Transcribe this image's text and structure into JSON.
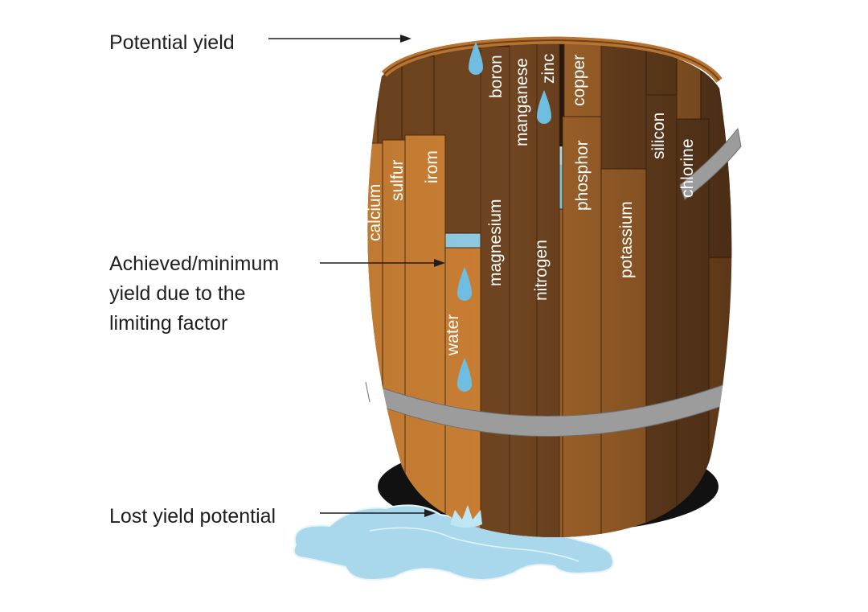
{
  "labels": {
    "potential": "Potential yield",
    "achieved": "Achieved/minimum\nyield due to the\nlimiting factor",
    "lost": "Lost yield potential"
  },
  "staves": [
    {
      "id": "calcium",
      "text": "calcium"
    },
    {
      "id": "sulfur",
      "text": "sulfur"
    },
    {
      "id": "irom",
      "text": "irom"
    },
    {
      "id": "water",
      "text": "water"
    },
    {
      "id": "magnesium",
      "text": "magnesium"
    },
    {
      "id": "nitrogen",
      "text": "nitrogen"
    },
    {
      "id": "boron",
      "text": "boron"
    },
    {
      "id": "manganese",
      "text": "manganese"
    },
    {
      "id": "zinc",
      "text": "zinc"
    },
    {
      "id": "copper",
      "text": "copper"
    },
    {
      "id": "phosphor",
      "text": "phosphor"
    },
    {
      "id": "potassium",
      "text": "potassium"
    },
    {
      "id": "silicon",
      "text": "silicon"
    },
    {
      "id": "chlorine",
      "text": "chlorine"
    }
  ],
  "colors": {
    "wood_light": "#c97f34",
    "wood_mid": "#a4652b",
    "wood_dark": "#6f4420",
    "hoop": "#9c9c9c",
    "water": "#9fd3e8",
    "drop": "#6fbde0",
    "shadow": "#111111"
  }
}
